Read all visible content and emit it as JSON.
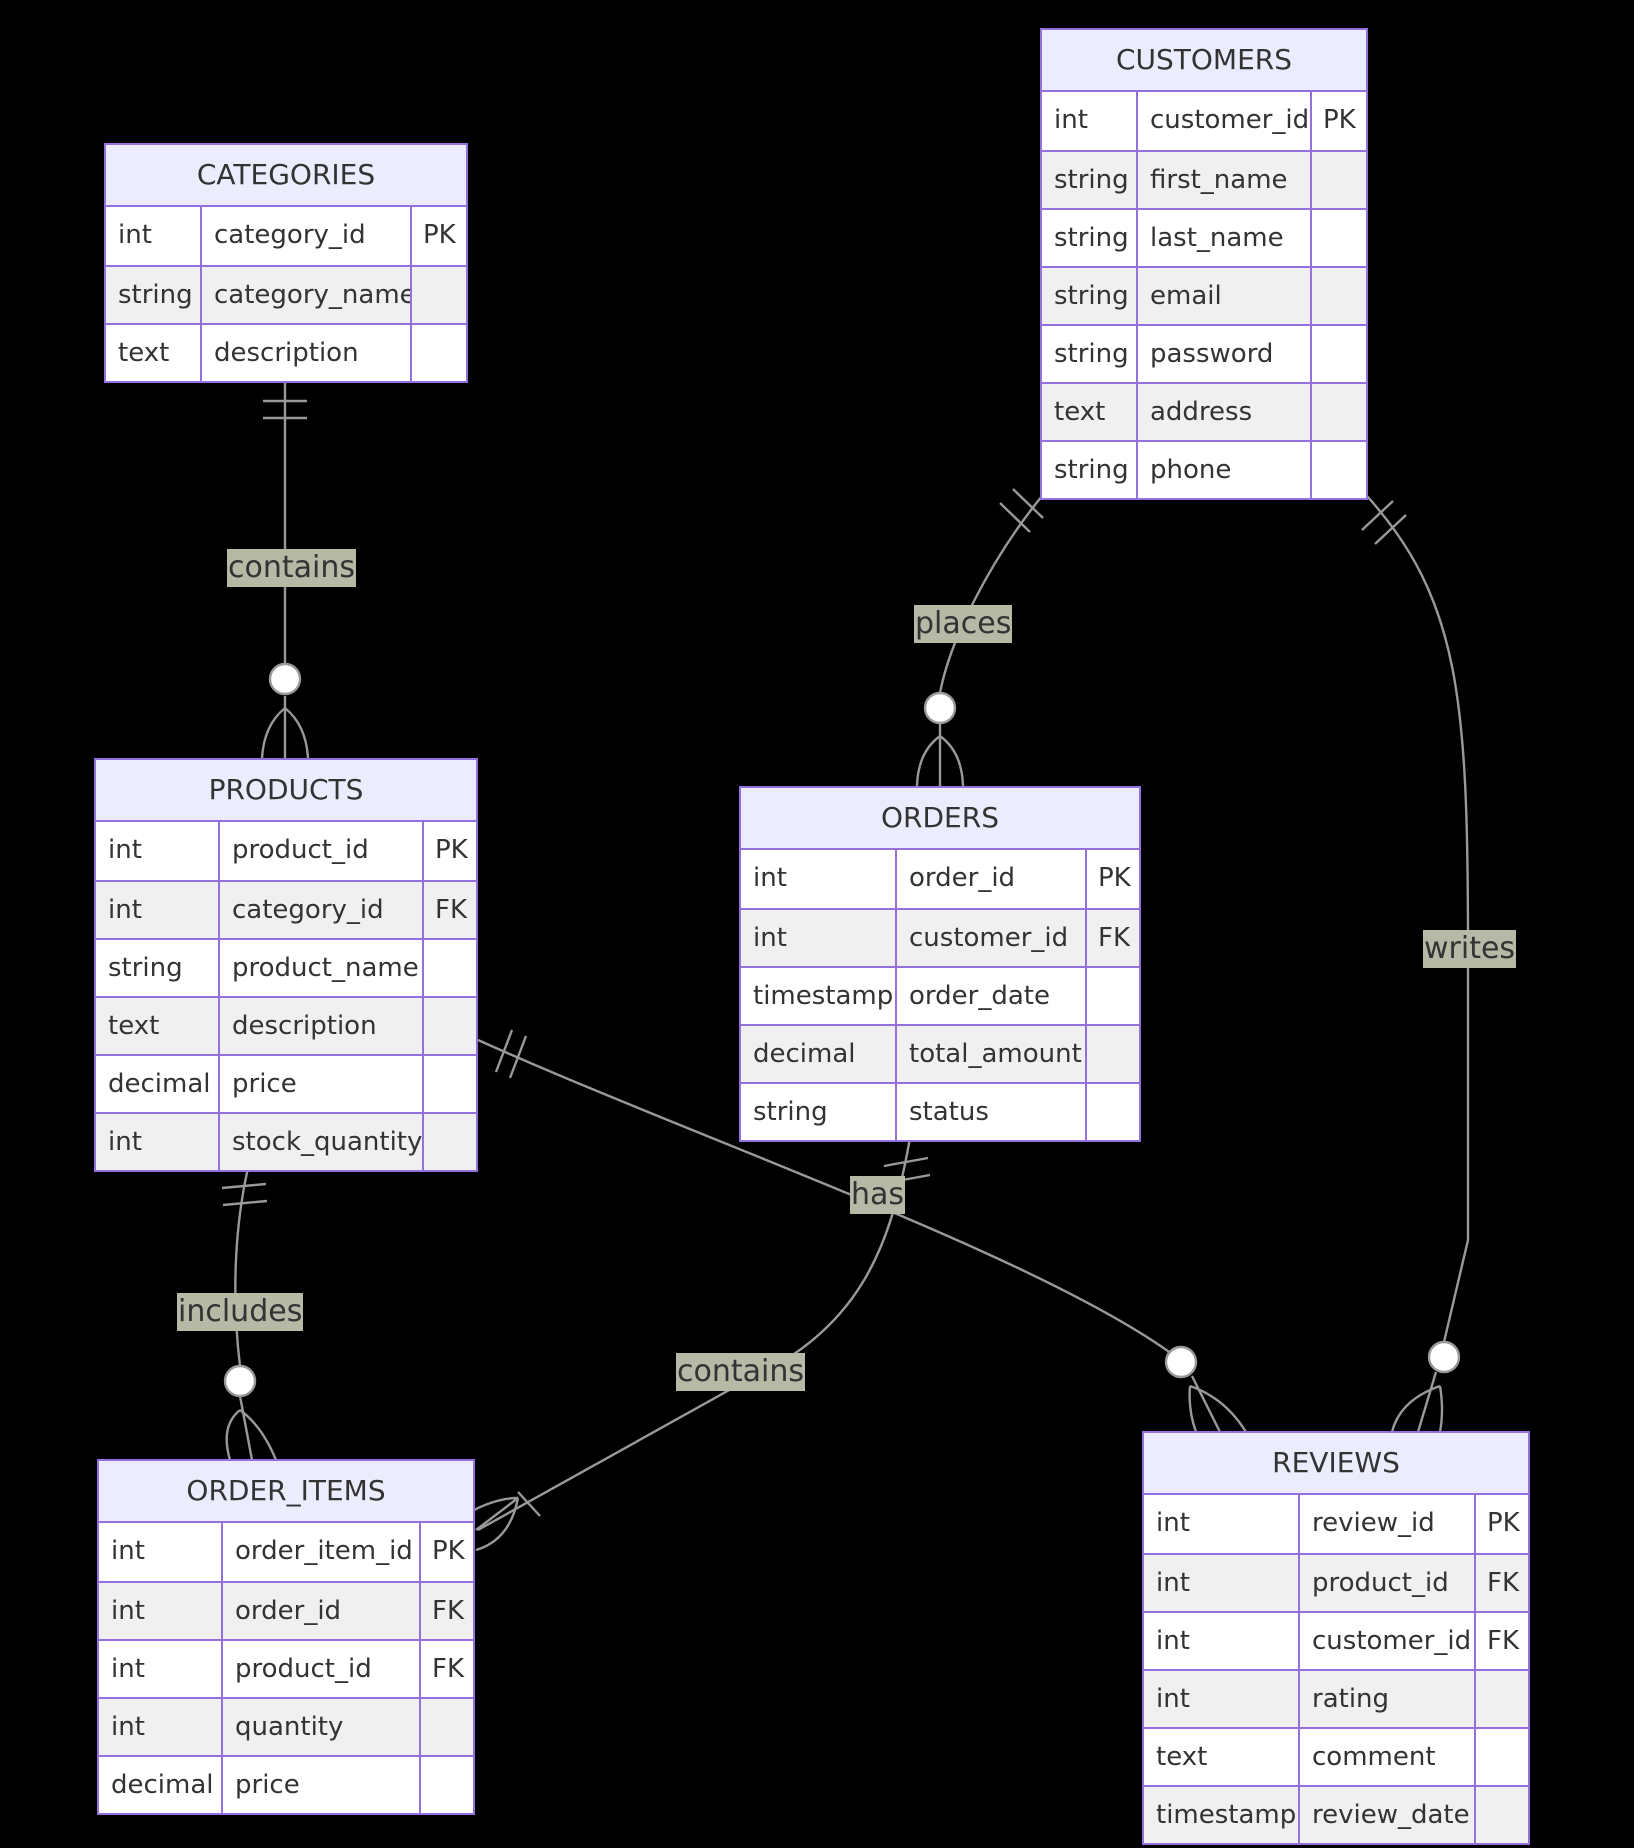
{
  "colors": {
    "background": "#000000",
    "entity_border": "#9370DB",
    "entity_header": "#ECECFF",
    "row_odd": "#ffffff",
    "row_even": "#f0f0f0",
    "text": "#333333",
    "line": "#999999",
    "label_background": "#B7B9A7"
  },
  "entities": {
    "categories": {
      "name": "CATEGORIES",
      "attributes": [
        {
          "type": "int",
          "name": "category_id",
          "key": "PK"
        },
        {
          "type": "string",
          "name": "category_name",
          "key": ""
        },
        {
          "type": "text",
          "name": "description",
          "key": ""
        }
      ]
    },
    "customers": {
      "name": "CUSTOMERS",
      "attributes": [
        {
          "type": "int",
          "name": "customer_id",
          "key": "PK"
        },
        {
          "type": "string",
          "name": "first_name",
          "key": ""
        },
        {
          "type": "string",
          "name": "last_name",
          "key": ""
        },
        {
          "type": "string",
          "name": "email",
          "key": ""
        },
        {
          "type": "string",
          "name": "password",
          "key": ""
        },
        {
          "type": "text",
          "name": "address",
          "key": ""
        },
        {
          "type": "string",
          "name": "phone",
          "key": ""
        }
      ]
    },
    "products": {
      "name": "PRODUCTS",
      "attributes": [
        {
          "type": "int",
          "name": "product_id",
          "key": "PK"
        },
        {
          "type": "int",
          "name": "category_id",
          "key": "FK"
        },
        {
          "type": "string",
          "name": "product_name",
          "key": ""
        },
        {
          "type": "text",
          "name": "description",
          "key": ""
        },
        {
          "type": "decimal",
          "name": "price",
          "key": ""
        },
        {
          "type": "int",
          "name": "stock_quantity",
          "key": ""
        }
      ]
    },
    "orders": {
      "name": "ORDERS",
      "attributes": [
        {
          "type": "int",
          "name": "order_id",
          "key": "PK"
        },
        {
          "type": "int",
          "name": "customer_id",
          "key": "FK"
        },
        {
          "type": "timestamp",
          "name": "order_date",
          "key": ""
        },
        {
          "type": "decimal",
          "name": "total_amount",
          "key": ""
        },
        {
          "type": "string",
          "name": "status",
          "key": ""
        }
      ]
    },
    "order_items": {
      "name": "ORDER_ITEMS",
      "attributes": [
        {
          "type": "int",
          "name": "order_item_id",
          "key": "PK"
        },
        {
          "type": "int",
          "name": "order_id",
          "key": "FK"
        },
        {
          "type": "int",
          "name": "product_id",
          "key": "FK"
        },
        {
          "type": "int",
          "name": "quantity",
          "key": ""
        },
        {
          "type": "decimal",
          "name": "price",
          "key": ""
        }
      ]
    },
    "reviews": {
      "name": "REVIEWS",
      "attributes": [
        {
          "type": "int",
          "name": "review_id",
          "key": "PK"
        },
        {
          "type": "int",
          "name": "product_id",
          "key": "FK"
        },
        {
          "type": "int",
          "name": "customer_id",
          "key": "FK"
        },
        {
          "type": "int",
          "name": "rating",
          "key": ""
        },
        {
          "type": "text",
          "name": "comment",
          "key": ""
        },
        {
          "type": "timestamp",
          "name": "review_date",
          "key": ""
        }
      ]
    }
  },
  "relationships": [
    {
      "id": "categories-products",
      "from": "CATEGORIES",
      "to": "PRODUCTS",
      "label": "contains",
      "from_cardinality": "exactly-one",
      "to_cardinality": "zero-or-many"
    },
    {
      "id": "customers-orders",
      "from": "CUSTOMERS",
      "to": "ORDERS",
      "label": "places",
      "from_cardinality": "exactly-one",
      "to_cardinality": "zero-or-many"
    },
    {
      "id": "customers-reviews",
      "from": "CUSTOMERS",
      "to": "REVIEWS",
      "label": "writes",
      "from_cardinality": "exactly-one",
      "to_cardinality": "zero-or-many"
    },
    {
      "id": "products-reviews",
      "from": "PRODUCTS",
      "to": "REVIEWS",
      "label": "has",
      "from_cardinality": "exactly-one",
      "to_cardinality": "zero-or-many"
    },
    {
      "id": "products-order-items",
      "from": "PRODUCTS",
      "to": "ORDER_ITEMS",
      "label": "includes",
      "from_cardinality": "exactly-one",
      "to_cardinality": "zero-or-many"
    },
    {
      "id": "orders-order-items",
      "from": "ORDERS",
      "to": "ORDER_ITEMS",
      "label": "contains",
      "from_cardinality": "exactly-one",
      "to_cardinality": "one-or-many"
    }
  ]
}
